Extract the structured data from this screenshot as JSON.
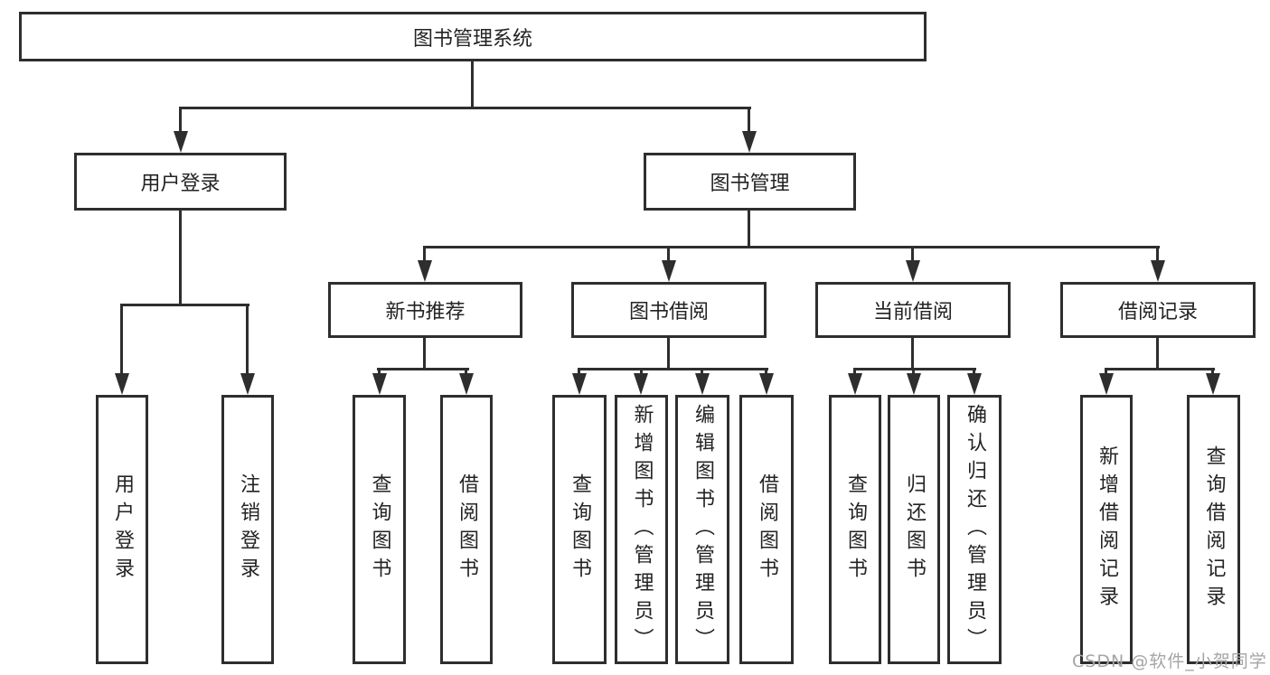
{
  "diagram": {
    "root_label": "图书管理系统",
    "level2": [
      {
        "label": "用户登录",
        "children": [
          "用户登录",
          "注销登录"
        ]
      },
      {
        "label": "图书管理"
      }
    ],
    "level3": [
      {
        "label": "新书推荐",
        "children": [
          "查询图书",
          "借阅图书"
        ]
      },
      {
        "label": "图书借阅",
        "children": [
          "查询图书",
          "新增图书（管理员）",
          "编辑图书（管理员）",
          "借阅图书"
        ]
      },
      {
        "label": "当前借阅",
        "children": [
          "查询图书",
          "归还图书",
          "确认归还（管理员）"
        ]
      },
      {
        "label": "借阅记录",
        "children": [
          "新增借阅记录",
          "查询借阅记录"
        ]
      }
    ]
  },
  "watermark": {
    "text": "CSDN @软件_小贺同学"
  },
  "colors": {
    "line": "#2e2e2e",
    "box_border": "#2e2e2e",
    "text": "#232323",
    "watermark": "#a5a5a5",
    "background": "#ffffff"
  }
}
